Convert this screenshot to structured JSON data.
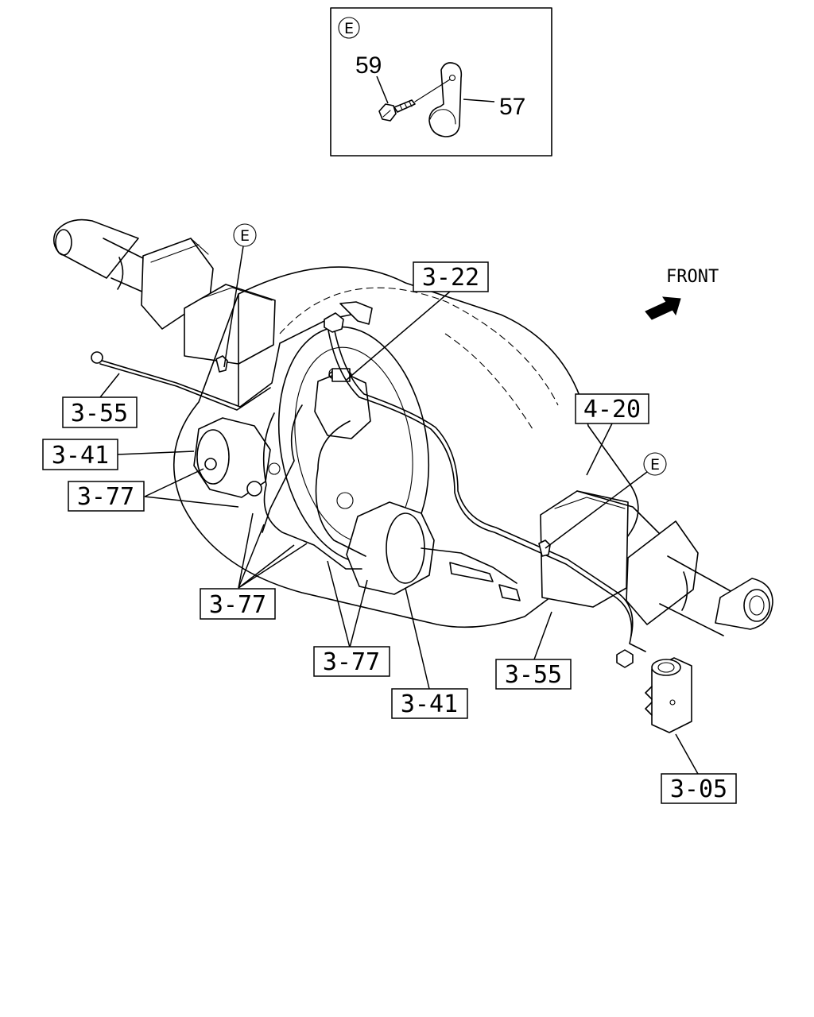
{
  "detail": {
    "view_letter": "E",
    "parts": [
      {
        "number": "59"
      },
      {
        "number": "57"
      }
    ]
  },
  "front_label": "FRONT",
  "callout_letter": "E",
  "labels": [
    {
      "text": "3-22"
    },
    {
      "text": "3-55"
    },
    {
      "text": "3-41"
    },
    {
      "text": "3-77"
    },
    {
      "text": "4-20"
    },
    {
      "text": "3-77"
    },
    {
      "text": "3-77"
    },
    {
      "text": "3-41"
    },
    {
      "text": "3-55"
    },
    {
      "text": "3-05"
    }
  ]
}
